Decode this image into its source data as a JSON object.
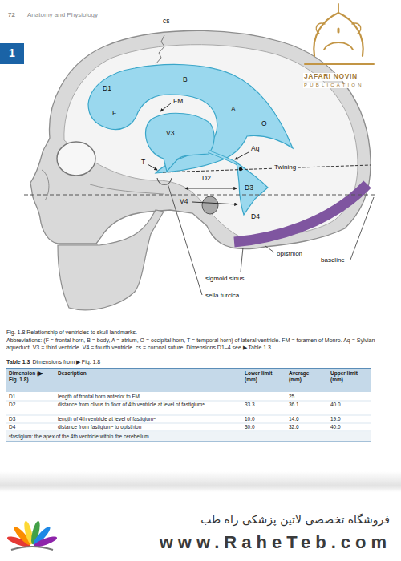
{
  "diagram": {
    "caption": "Fig. 1.8 Relationship of ventricles to skull landmarks.",
    "nodes": [
      {
        "text": [
          "1"
        ]
      }
    ],
    "labels": [
      "72",
      "Anatomy and Physiology",
      "JAFARI NOVIN",
      "PUBLICATION",
      "cs",
      "D1",
      "F",
      "B",
      "FM",
      "A",
      "O",
      "V3",
      "Aq",
      "Twining",
      "T",
      "D2",
      "D3",
      "V4",
      "D4",
      "opisthion",
      "baseline",
      "sigmoid sinus",
      "sella turcica",
      "Abbreviations: (F = frontal horn, B = body, A = atrium, O = occipital horn, T = temporal horn) of lateral ventricle. FM = foramen of Monro. Aq = Sylvian aqueduct. V3 = third ventricle. V4 = fourth ventricle. cs = coronal suture. Dimensions D1–4 see ▶ Table 1.3.",
      "Table 1.3",
      "Dimensions from ▶ Fig. 1.8",
      "Dimension (▶ Fig. 1.8)",
      "Description",
      "Lower limit (mm)",
      "Average (mm)",
      "Upper limit (mm)",
      "D1",
      "length of frontal horn anterior to FM",
      "25",
      "D2",
      "distance from clivus to floor of 4th ventricle at level of fastigiumᵃ",
      "33.3",
      "36.1",
      "40.0",
      "D3",
      "length of 4th ventricle at level of fastigiumᵃ",
      "10.0",
      "14.6",
      "19.0",
      "D4",
      "distance from fastigiumᵃ to opisthion",
      "30.0",
      "32.6",
      "40.0",
      "ᵃfastigium: the apex of the 4th ventricle within the cerebellum",
      "فروشگاه تخصصی لاتین پزشکی راه طب",
      "www.RaheTeb.com"
    ]
  }
}
